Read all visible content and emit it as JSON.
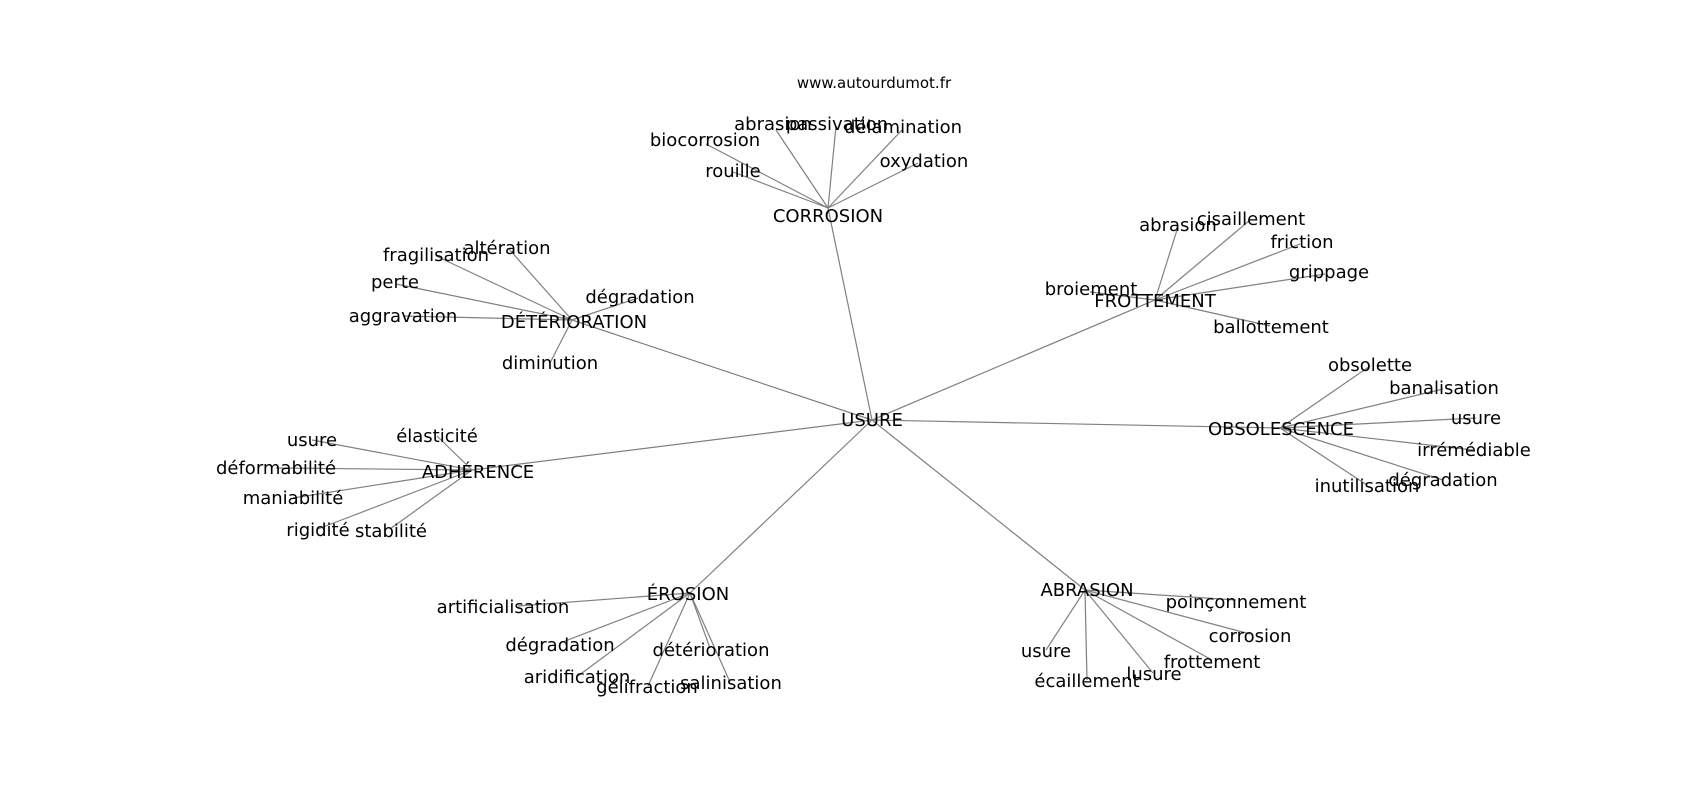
{
  "credit": "www.autourdumot.fr",
  "center": "USURE",
  "edge_color": "#808080",
  "text_color": "#000000",
  "groups": [
    {
      "label": "CORROSION",
      "children": [
        "abrasion",
        "passivation",
        "délamination",
        "oxydation",
        "biocorrosion",
        "rouille"
      ]
    },
    {
      "label": "FROTTEMENT",
      "children": [
        "abrasion",
        "cisaillement",
        "friction",
        "grippage",
        "broiement",
        "ballottement"
      ]
    },
    {
      "label": "DÉTÉRIORATION",
      "children": [
        "altération",
        "fragilisation",
        "perte",
        "dégradation",
        "aggravation",
        "diminution"
      ]
    },
    {
      "label": "OBSOLESCENCE",
      "children": [
        "obsolette",
        "banalisation",
        "usure",
        "irrémédiable",
        "dégradation",
        "inutilisation"
      ]
    },
    {
      "label": "ADHÉRENCE",
      "children": [
        "élasticité",
        "usure",
        "déformabilité",
        "maniabilité",
        "rigidité",
        "stabilité"
      ]
    },
    {
      "label": "ÉROSION",
      "children": [
        "artificialisation",
        "dégradation",
        "détérioration",
        "aridification",
        "gélifraction",
        "salinisation"
      ]
    },
    {
      "label": "ABRASION",
      "children": [
        "poinçonnement",
        "corrosion",
        "frottement",
        "usure",
        "écaillement",
        "lusure"
      ]
    }
  ]
}
